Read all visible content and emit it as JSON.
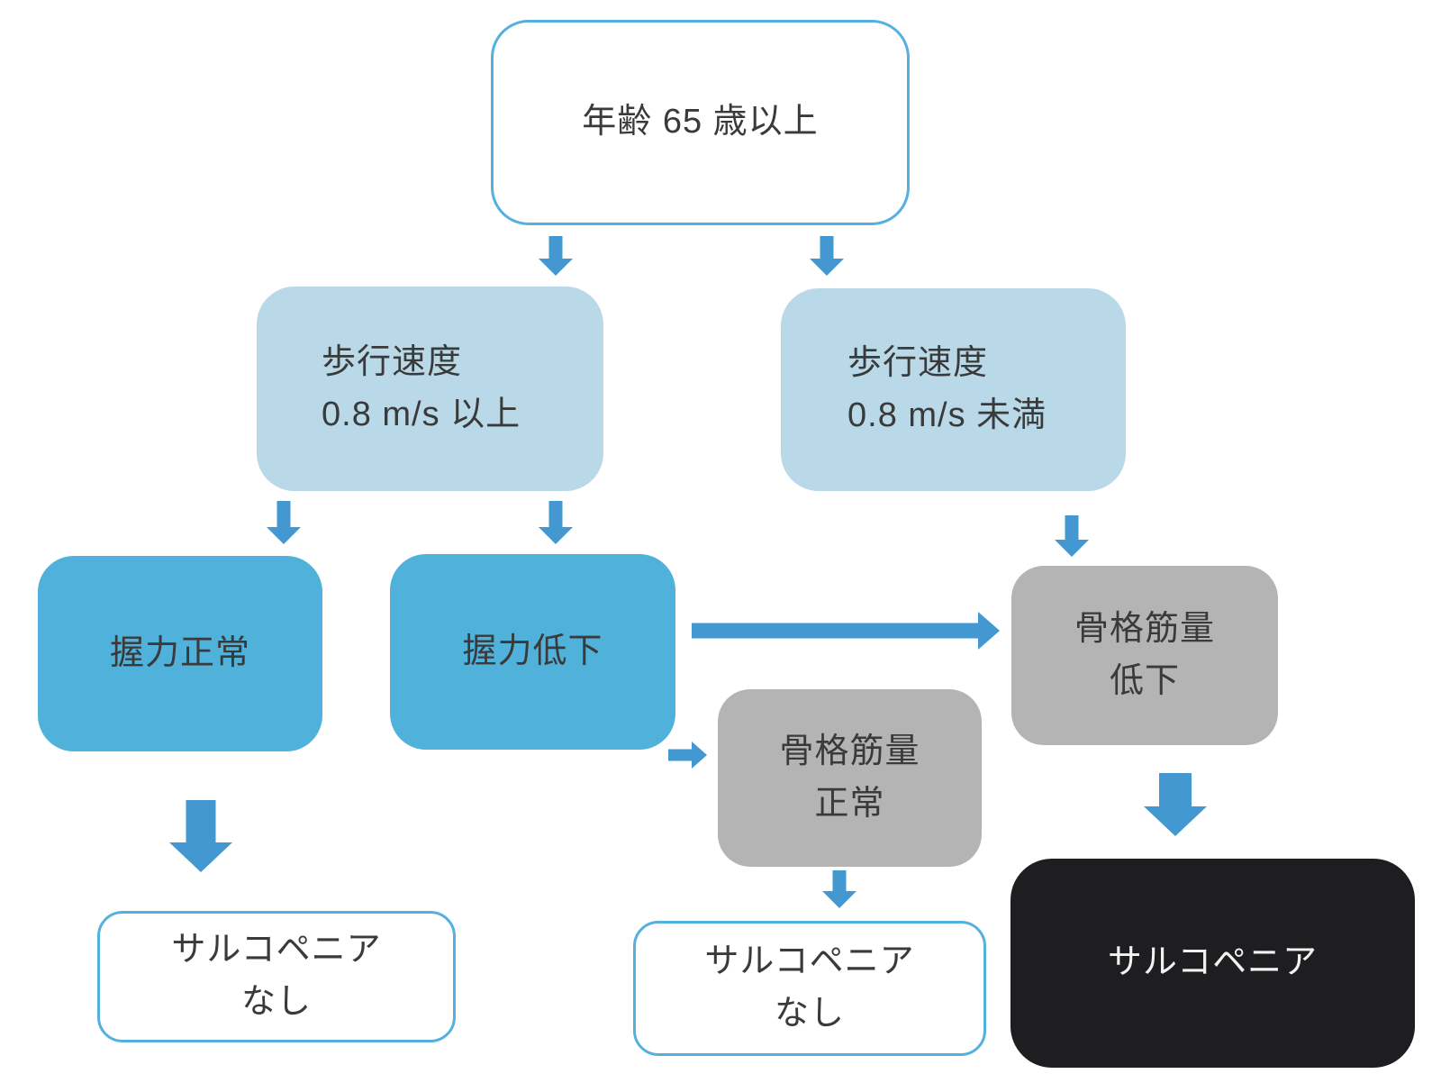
{
  "colors": {
    "light_blue": "#b9d9e8",
    "mid_blue": "#50b1db",
    "gray": "#b4b4b4",
    "dark": "#1e1e20",
    "arrow_blue": "#4398d2",
    "outline_blue": "#55b0df",
    "text_dark": "#3a3a3a",
    "text_light": "#f2f2f2"
  },
  "nodes": {
    "age": {
      "label": "年齢 65 歳以上"
    },
    "gait_fast": {
      "label": "歩行速度\n0.8 m/s 以上"
    },
    "gait_slow": {
      "label": "歩行速度\n0.8 m/s 未満"
    },
    "grip_normal": {
      "label": "握力正常"
    },
    "grip_low": {
      "label": "握力低下"
    },
    "muscle_low": {
      "label": "骨格筋量\n低下"
    },
    "muscle_normal": {
      "label": "骨格筋量\n正常"
    },
    "no_sarcopenia_left": {
      "label": "サルコペニア\nなし"
    },
    "no_sarcopenia_mid": {
      "label": "サルコペニア\nなし"
    },
    "sarcopenia": {
      "label": "サルコペニア"
    }
  }
}
